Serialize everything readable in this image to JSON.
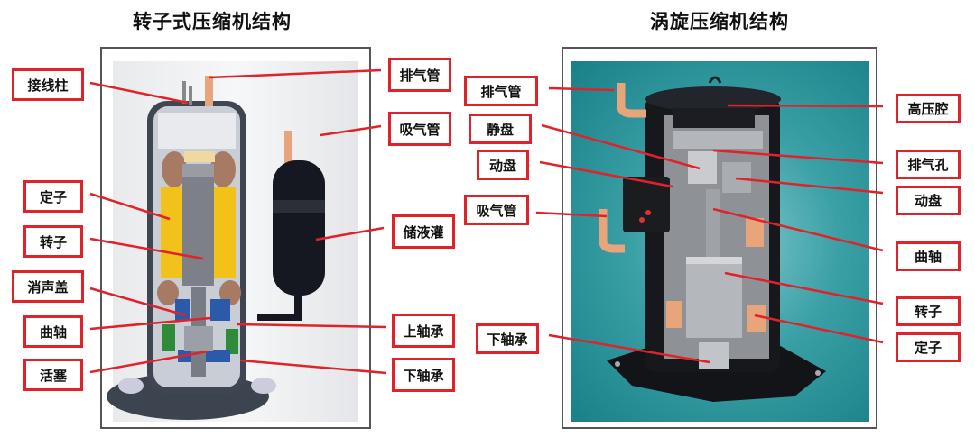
{
  "left_panel": {
    "title": "转子式压缩机结构",
    "labels": {
      "terminal": "接线柱",
      "stator": "定子",
      "rotor": "转子",
      "muffler_cover": "消声盖",
      "crankshaft": "曲轴",
      "piston": "活塞",
      "discharge_pipe": "排气管",
      "suction_pipe": "吸气管",
      "accumulator": "储液灌",
      "upper_bearing": "上轴承",
      "lower_bearing": "下轴承"
    }
  },
  "right_panel": {
    "title": "涡旋压缩机结构",
    "labels": {
      "discharge_pipe": "排气管",
      "fixed_scroll": "静盘",
      "orbiting_scroll_left": "动盘",
      "suction_pipe": "吸气管",
      "lower_bearing": "下轴承",
      "high_pressure_chamber": "高压腔",
      "discharge_port": "排气孔",
      "orbiting_scroll_right": "动盘",
      "crankshaft": "曲轴",
      "rotor": "转子",
      "stator": "定子"
    }
  },
  "colors": {
    "label_border": "#e0222a",
    "leader_line": "#e0222a",
    "scroll_background": "#3aa0a6",
    "stator_yellow": "#f2c21b",
    "copper": "#e8a47a"
  }
}
